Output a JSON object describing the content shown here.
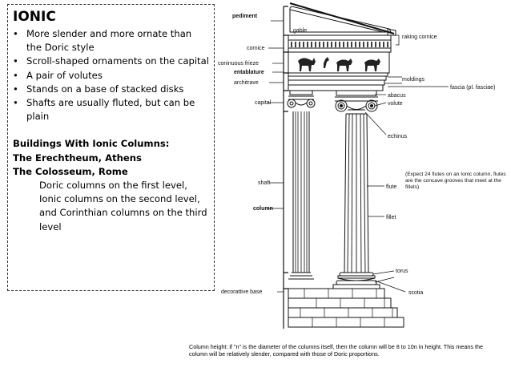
{
  "left_panel": {
    "title": "IONIC",
    "bullets": [
      "More slender and more ornate than the Doric style",
      "Scroll-shaped ornaments on the capital",
      "A pair of volutes",
      "Stands on a base of stacked disks",
      "Shafts are usually fluted, but can be plain"
    ],
    "buildings_heading": "Buildings With Ionic Columns:",
    "building_1": "The Erechtheum, Athens",
    "building_2": "The Colosseum, Rome",
    "colosseum_note": "Doric columns on the first level, Ionic columns on the second level, and Corinthian columns on the third level"
  },
  "diagram": {
    "labels": {
      "pediment": "pediment",
      "gable": "gable",
      "raking_cornice": "raking cornice",
      "cornice": "cornice",
      "continuous_frieze": "coninuous frieze",
      "entablature": "entablature",
      "architrave": "architrave",
      "moldings": "moldings",
      "fascia": "fascia (pl. fasciae)",
      "abacus": "abacus",
      "capital": "capital",
      "volute": "volute",
      "echinus": "echinus",
      "shaft": "shaft",
      "flute": "flute",
      "flute_note": "(Expect 24 flutes on an Ionic column, flutes are the concave grooves that meet at the fillets)",
      "column": "column",
      "fillet": "fillet",
      "torus": "torus",
      "scotia": "scotia",
      "decorative_base": "decorattive base"
    },
    "caption": "Column height: if \"n\" is the diameter of the columns itself, then the column will be 8 to 10n in height. This means the column will be relatively slender, compared with those of Doric proportions."
  }
}
